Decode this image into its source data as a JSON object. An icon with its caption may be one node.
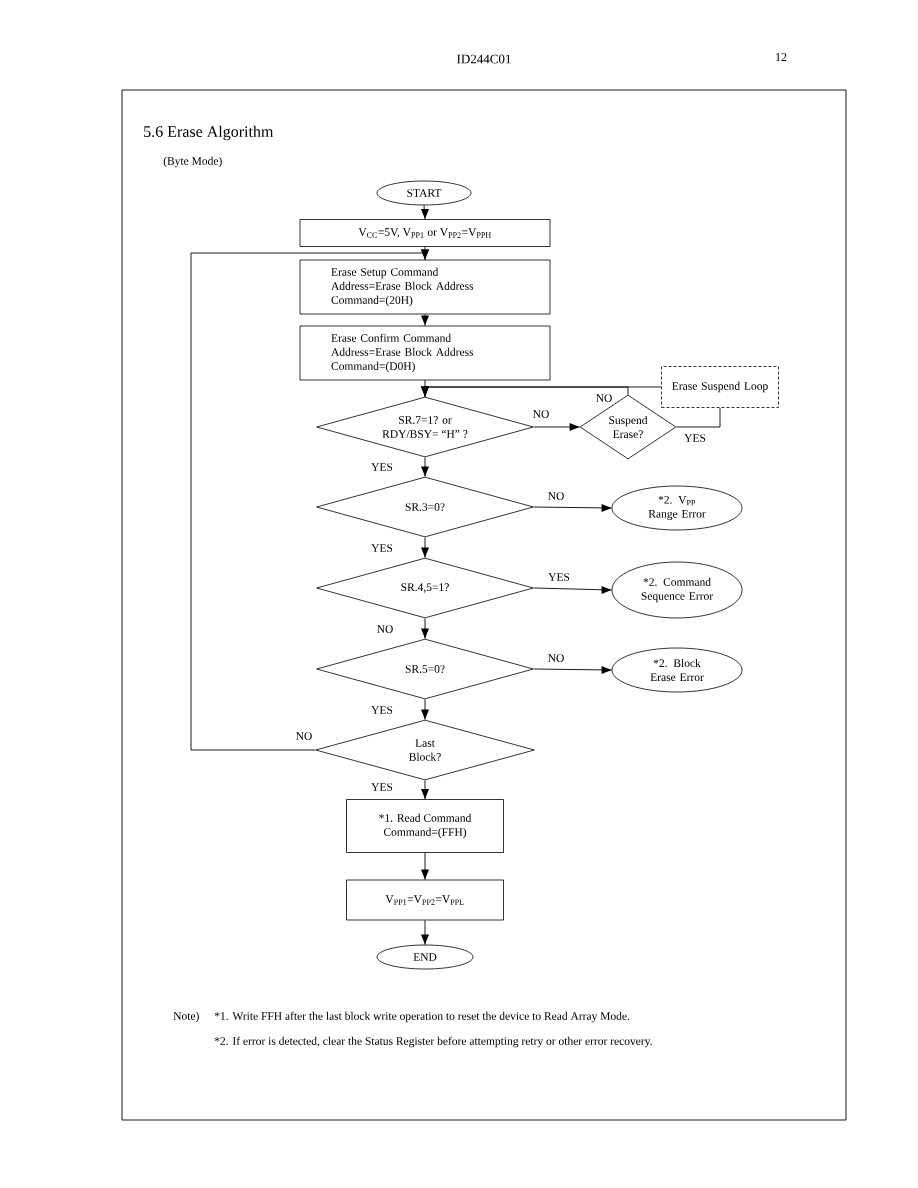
{
  "diagram": {
    "title": "5.6 Erase Algorithm",
    "nodes": [
      {
        "text": [
          "START"
        ]
      },
      {
        "text": [
          "V$_{CC}$=5V, V$_{PP1}$ or V$_{PP2}$=V$_{PPH}$"
        ]
      },
      {
        "text": [
          "Erase Setup Command",
          "Address=Erase Block Address",
          "Command=(20H)"
        ]
      },
      {
        "text": [
          "Erase Confirm Command",
          "Address=Erase Block Address",
          "Command=(D0H)"
        ]
      },
      {
        "text": [
          "SR.7=1? or",
          "RDY/BSY= “H” ?"
        ]
      },
      {
        "text": [
          "Suspend",
          "Erase?"
        ]
      },
      {
        "text": [
          "Erase Suspend Loop"
        ]
      },
      {
        "text": [
          "SR.3=0?"
        ]
      },
      {
        "text": [
          "*2. V$_{PP}$ Range Error"
        ]
      },
      {
        "text": [
          "SR.4,5=1?"
        ]
      },
      {
        "text": [
          "*2. Command Sequence Error"
        ]
      },
      {
        "text": [
          "SR.5=0?"
        ]
      },
      {
        "text": [
          "*2. Block Erase Error"
        ]
      },
      {
        "text": [
          "Last",
          "Block?"
        ]
      },
      {
        "text": [
          "*1. Read Command",
          "Command=(FFH)"
        ]
      },
      {
        "text": [
          "V$_{PP1}$=V$_{PP2}$=V$_{PPL}$"
        ]
      },
      {
        "text": [
          "END"
        ]
      }
    ],
    "edges": [
      {
        "from": 0,
        "to": 1,
        "arrow": "to"
      },
      {
        "from": 1,
        "to": 2,
        "arrow": "to"
      },
      {
        "from": 2,
        "to": 3,
        "arrow": "to"
      },
      {
        "from": 3,
        "to": 4,
        "arrow": "to"
      },
      {
        "from": 4,
        "to": 5,
        "arrow": "to",
        "label": "NO"
      },
      {
        "from": 5,
        "to": 4,
        "arrow": "to",
        "label": "NO"
      },
      {
        "from": 5,
        "to": 6,
        "arrow": "none",
        "label": "YES"
      },
      {
        "from": 6,
        "to": 4,
        "arrow": "to"
      },
      {
        "from": 4,
        "to": 7,
        "arrow": "to",
        "label": "YES"
      },
      {
        "from": 7,
        "to": 8,
        "arrow": "to",
        "label": "NO"
      },
      {
        "from": 7,
        "to": 9,
        "arrow": "to",
        "label": "YES"
      },
      {
        "from": 9,
        "to": 10,
        "arrow": "to",
        "label": "YES"
      },
      {
        "from": 9,
        "to": 11,
        "arrow": "to",
        "label": "NO"
      },
      {
        "from": 11,
        "to": 12,
        "arrow": "to",
        "label": "NO"
      },
      {
        "from": 11,
        "to": 13,
        "arrow": "to",
        "label": "YES"
      },
      {
        "from": 13,
        "to": 2,
        "arrow": "to",
        "label": "NO"
      },
      {
        "from": 13,
        "to": 14,
        "arrow": "to",
        "label": "YES"
      },
      {
        "from": 14,
        "to": 15,
        "arrow": "to"
      },
      {
        "from": 15,
        "to": 16,
        "arrow": "to"
      }
    ],
    "labels": [
      "ID244C01",
      "12",
      "(Byte Mode)",
      "Note)",
      "*1. Write FFH after the last block write operation to reset the device to Read Array Mode.",
      "*2. If error is detected, clear the Status Register before attempting retry or other error recovery."
    ]
  }
}
